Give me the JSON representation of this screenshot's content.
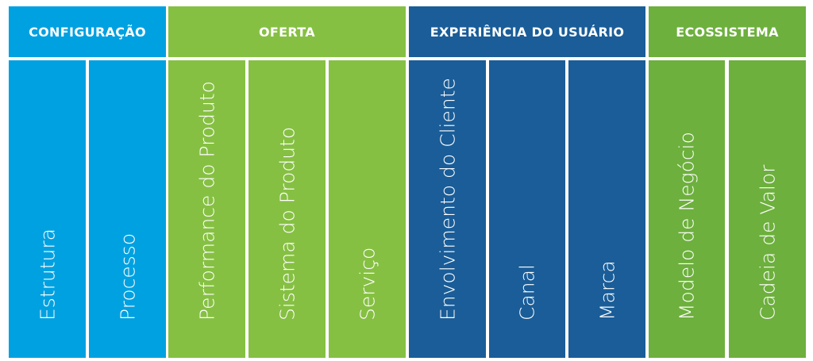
{
  "colors": {
    "configuracao": "#00a1e1",
    "oferta": "#86c043",
    "experiencia": "#1a5d98",
    "ecossistema": "#6db03d",
    "text": "#ffffff",
    "gap": "#ffffff"
  },
  "groups": [
    {
      "title": "CONFIGURAÇÃO",
      "items": [
        "Estrutura",
        "Processo"
      ]
    },
    {
      "title": "OFERTA",
      "items": [
        "Performance do Produto",
        "Sistema do Produto",
        "Serviço"
      ]
    },
    {
      "title": "EXPERIÊNCIA DO USUÁRIO",
      "items": [
        "Envolvimento do Cliente",
        "Canal",
        "Marca"
      ]
    },
    {
      "title": "ECOSSISTEMA",
      "items": [
        "Modelo de Negócio",
        "Cadeia de Valor"
      ]
    }
  ]
}
